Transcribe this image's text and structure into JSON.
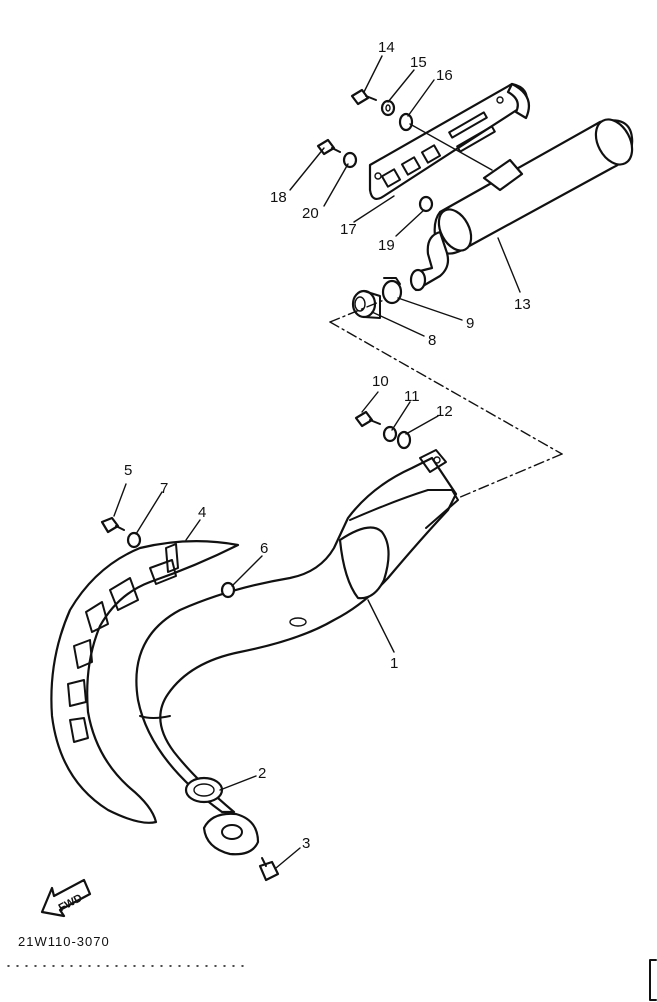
{
  "diagram_code": "21W110-3070",
  "fwd_label": "FWD",
  "callouts": {
    "c1": "1",
    "c2": "2",
    "c3": "3",
    "c4": "4",
    "c5": "5",
    "c6": "6",
    "c7": "7",
    "c8": "8",
    "c9": "9",
    "c10": "10",
    "c11": "11",
    "c12": "12",
    "c13": "13",
    "c14": "14",
    "c15": "15",
    "c16": "16",
    "c17": "17",
    "c18": "18",
    "c19": "19",
    "c20": "20"
  }
}
